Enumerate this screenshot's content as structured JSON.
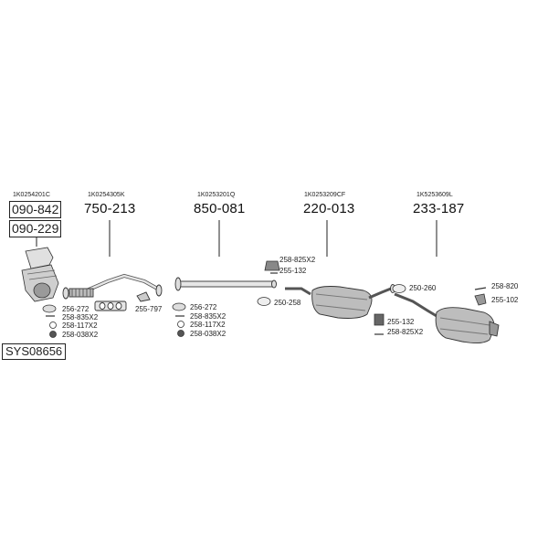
{
  "system_code": "SYS08656",
  "sections": [
    {
      "oem": "1K0254201C",
      "parts": [
        "090-842",
        "090-229"
      ]
    },
    {
      "oem": "1K0254305K",
      "part": "750-213"
    },
    {
      "oem": "1K0253201Q",
      "part": "850-081"
    },
    {
      "oem": "1K0253209CF",
      "part": "220-013"
    },
    {
      "oem": "1K5253609L",
      "part": "233-187"
    }
  ],
  "accessories": {
    "g1": [
      "256-272",
      "258-835X2",
      "258-117X2",
      "258-038X2"
    ],
    "s2": [
      "255-797"
    ],
    "g3": [
      "256-272",
      "258-835X2",
      "258-117X2",
      "258-038X2"
    ],
    "top4": [
      "258-825X2",
      "255-132"
    ],
    "left4": [
      "250-258"
    ],
    "mid": [
      "250-260"
    ],
    "below4": [
      "255-132",
      "258-825X2"
    ],
    "right5": [
      "258-820",
      "255-102"
    ]
  }
}
